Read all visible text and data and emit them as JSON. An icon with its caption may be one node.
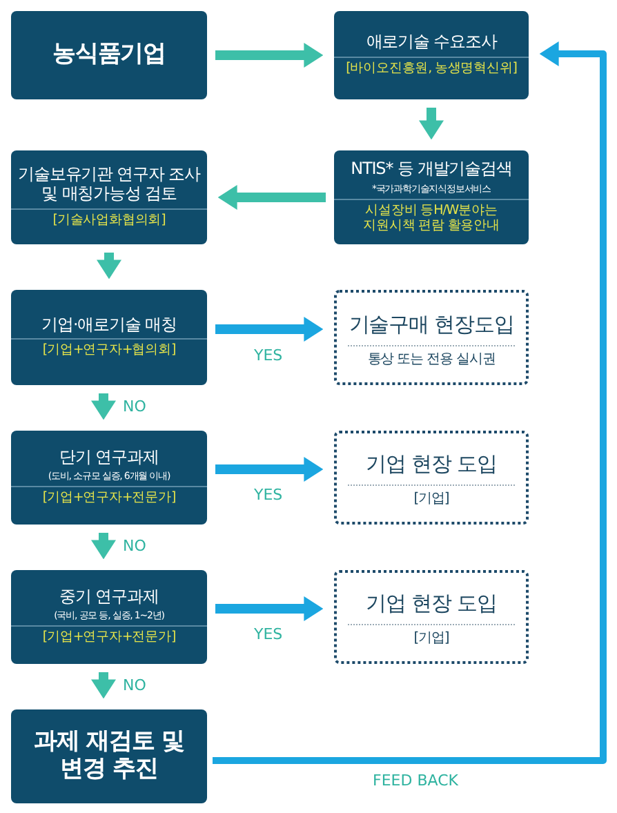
{
  "diagram": {
    "nodes": [
      {
        "text": [
          "농식품기업"
        ]
      },
      {
        "text": [
          "애로기술 수요조사",
          "[바이오진흥원, 농생명혁신위]"
        ]
      },
      {
        "text": [
          "NTIS* 등 개발기술검색",
          "*국가과학기술지식정보서비스",
          "시설장비 등H/W분야는 지원시책 편람 활용안내"
        ]
      },
      {
        "text": [
          "기술보유기관 연구자 조사 및 매칭가능성 검토",
          "[기술사업화협의회]"
        ]
      },
      {
        "text": [
          "기업·애로기술 매칭",
          "[기업+연구자+협의회]"
        ]
      },
      {
        "text": [
          "기술구매 현장도입",
          "통상 또는 전용 실시권"
        ]
      },
      {
        "text": [
          "단기 연구과제",
          "(도비, 소규모 실증, 6개월 이내)",
          "[기업+연구자+전문가]"
        ]
      },
      {
        "text": [
          "기업 현장 도입",
          "[기업]"
        ]
      },
      {
        "text": [
          "중기 연구과제",
          "(국비, 공모 등, 실증, 1~2년)",
          "[기업+연구자+전문가]"
        ]
      },
      {
        "text": [
          "기업 현장 도입",
          "[기업]"
        ]
      },
      {
        "text": [
          "과제 재검토 및 변경 추진"
        ]
      }
    ],
    "edges": [
      {
        "from": 0,
        "to": 1,
        "arrow": "to"
      },
      {
        "from": 1,
        "to": 2,
        "arrow": "to"
      },
      {
        "from": 2,
        "to": 3,
        "arrow": "to"
      },
      {
        "from": 3,
        "to": 4,
        "arrow": "to"
      },
      {
        "from": 4,
        "to": 5,
        "arrow": "to",
        "label": "YES",
        "color": "#1ba6e0"
      },
      {
        "from": 4,
        "to": 6,
        "arrow": "to",
        "label": "NO"
      },
      {
        "from": 6,
        "to": 7,
        "arrow": "to",
        "label": "YES",
        "color": "#1ba6e0"
      },
      {
        "from": 6,
        "to": 8,
        "arrow": "to",
        "label": "NO"
      },
      {
        "from": 8,
        "to": 9,
        "arrow": "to",
        "label": "YES",
        "color": "#1ba6e0"
      },
      {
        "from": 8,
        "to": 10,
        "arrow": "to",
        "label": "NO"
      },
      {
        "from": 10,
        "to": 1,
        "arrow": "to",
        "label": "FEED BACK",
        "color": "#1ba6e0"
      }
    ]
  }
}
